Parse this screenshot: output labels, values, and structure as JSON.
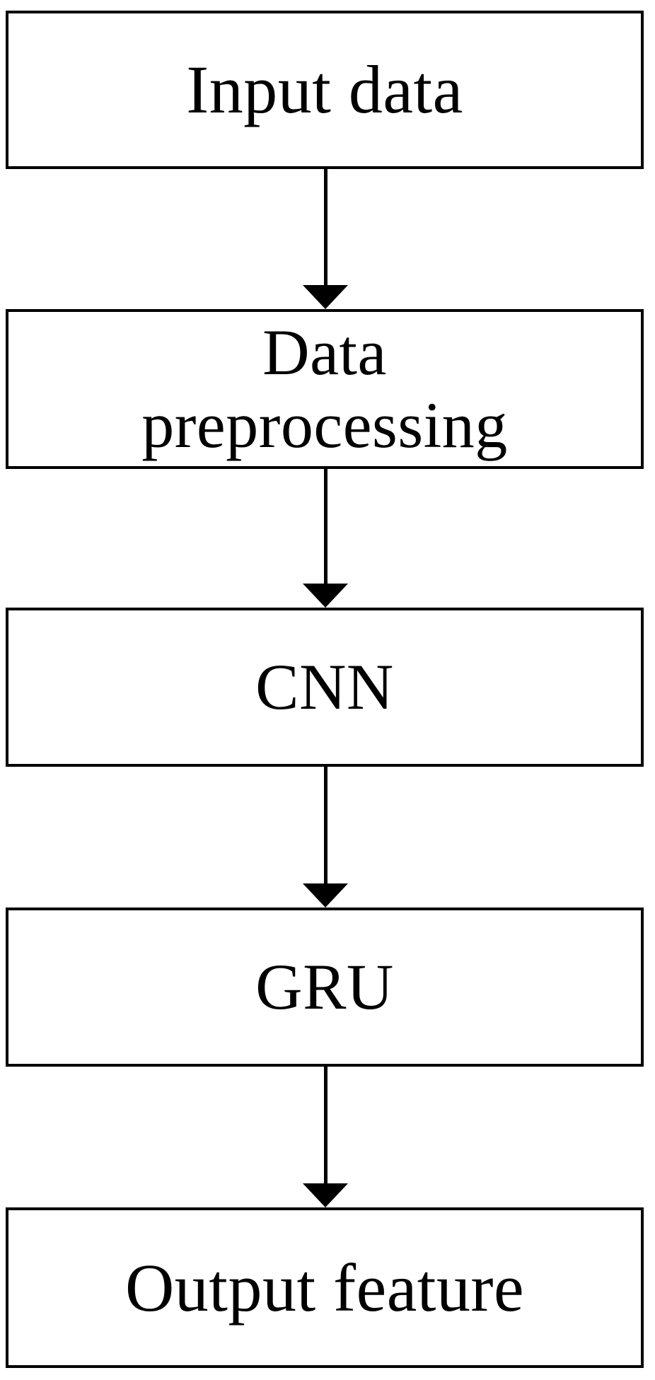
{
  "diagram": {
    "type": "flowchart",
    "orientation": "vertical-top-to-bottom",
    "title": "",
    "colors": {
      "background": "#ffffff",
      "box_border": "#000000",
      "box_fill": "#ffffff",
      "text": "#000000",
      "arrow": "#000000"
    },
    "nodes": [
      {
        "id": "input-data",
        "label": "Input data"
      },
      {
        "id": "data-preprocessing",
        "label": "Data\npreprocessing"
      },
      {
        "id": "cnn",
        "label": "CNN"
      },
      {
        "id": "gru",
        "label": "GRU"
      },
      {
        "id": "output-feature",
        "label": "Output feature"
      }
    ],
    "edges": [
      {
        "id": "input-to-preprocessing",
        "from": "input-data",
        "to": "data-preprocessing",
        "label": "",
        "arrowhead": "filled-triangle-down"
      },
      {
        "id": "preprocessing-to-cnn",
        "from": "data-preprocessing",
        "to": "cnn",
        "label": "",
        "arrowhead": "filled-triangle-down"
      },
      {
        "id": "cnn-to-gru",
        "from": "cnn",
        "to": "gru",
        "label": "",
        "arrowhead": "filled-triangle-down"
      },
      {
        "id": "gru-to-output",
        "from": "gru",
        "to": "output-feature",
        "label": "",
        "arrowhead": "filled-triangle-down"
      }
    ]
  }
}
